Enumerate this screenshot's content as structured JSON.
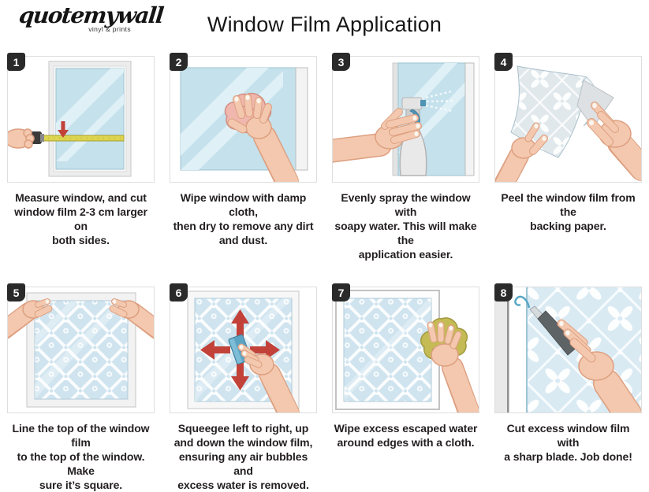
{
  "logo": {
    "name": "quotemywall",
    "tagline": "vinyl & prints"
  },
  "title": "Window Film Application",
  "colors": {
    "badge_black": "#2b2a2a",
    "accent_red": "#c2423a",
    "glass_blue": "#c4e1ec",
    "glass_highlight": "#dff0f6",
    "film_blue": "#cfe4ef",
    "film_flower_blue": "#d9eaf3",
    "frame_gray": "#ededed",
    "skin": "#f3c8ae",
    "tape_yellow": "#ddd44f",
    "squeegee_blue": "#5ba4c4",
    "cloth_pink": "#f0b7ae",
    "cloth_olive": "#c5bb55",
    "spray_trigger_blue": "#4f93b5"
  },
  "steps": [
    {
      "number": "1",
      "icon": "tape-measure-icon",
      "caption": "Measure window, and cut\nwindow film 2-3 cm larger on\nboth sides."
    },
    {
      "number": "2",
      "icon": "damp-cloth-icon",
      "caption": "Wipe window with damp cloth,\nthen dry to remove any dirt\nand dust."
    },
    {
      "number": "3",
      "icon": "spray-bottle-icon",
      "caption": "Evenly spray the window with\nsoapy water. This will make the\napplication easier."
    },
    {
      "number": "4",
      "icon": "peel-film-icon",
      "caption": "Peel the window film from the\nbacking paper."
    },
    {
      "number": "5",
      "icon": "align-film-icon",
      "caption": "Line the top of the window film\nto the top of the window.  Make\nsure it’s square."
    },
    {
      "number": "6",
      "icon": "squeegee-icon",
      "caption": "Squeegee left to right,  up\nand down the window film,\nensuring any air bubbles and\nexcess water is removed."
    },
    {
      "number": "7",
      "icon": "wipe-edges-icon",
      "caption": "Wipe excess escaped water\naround edges with a cloth."
    },
    {
      "number": "8",
      "icon": "cut-blade-icon",
      "caption": "Cut excess window film with\na sharp blade. Job done!"
    }
  ]
}
